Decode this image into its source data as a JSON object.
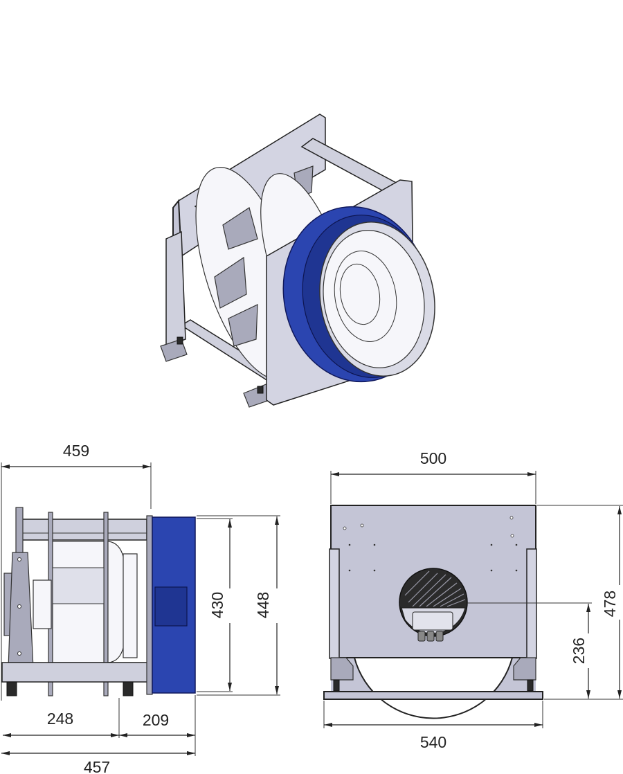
{
  "drawing": {
    "subject": "EC centrifugal fan module with blue inlet nozzle",
    "colors": {
      "inlet_nozzle": "#2b45b0",
      "frame_plate": "#c4c5d6",
      "impeller": "#f6f6fa",
      "dimension_lines": "#222222"
    },
    "views": {
      "isometric": {
        "label": "isometric-view"
      },
      "side": {
        "label": "side-view",
        "dimensions": {
          "overall_top": "459",
          "inlet_inner_height": "430",
          "inlet_outer_height": "448",
          "base_left": "248",
          "base_right": "209",
          "overall_bottom": "457"
        }
      },
      "front": {
        "label": "front-view",
        "dimensions": {
          "plate_width": "500",
          "overall_height": "478",
          "axis_height": "236",
          "base_width": "540"
        }
      }
    },
    "units": "mm"
  }
}
